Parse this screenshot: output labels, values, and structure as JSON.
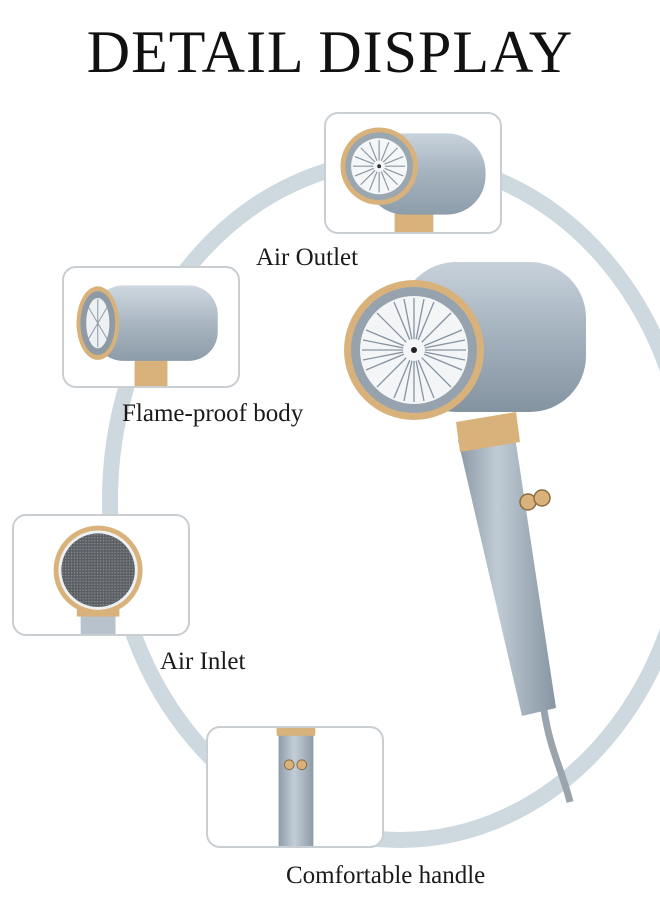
{
  "title": "DETAIL DISPLAY",
  "callouts": [
    {
      "label": "Air Outlet"
    },
    {
      "label": "Flame-proof body"
    },
    {
      "label": "Air Inlet"
    },
    {
      "label": "Comfortable handle"
    }
  ],
  "colors": {
    "ring": "#cdd8df",
    "body": "#a9b6c1",
    "gold": "#d8b27a",
    "card_border": "#c9ced3"
  }
}
